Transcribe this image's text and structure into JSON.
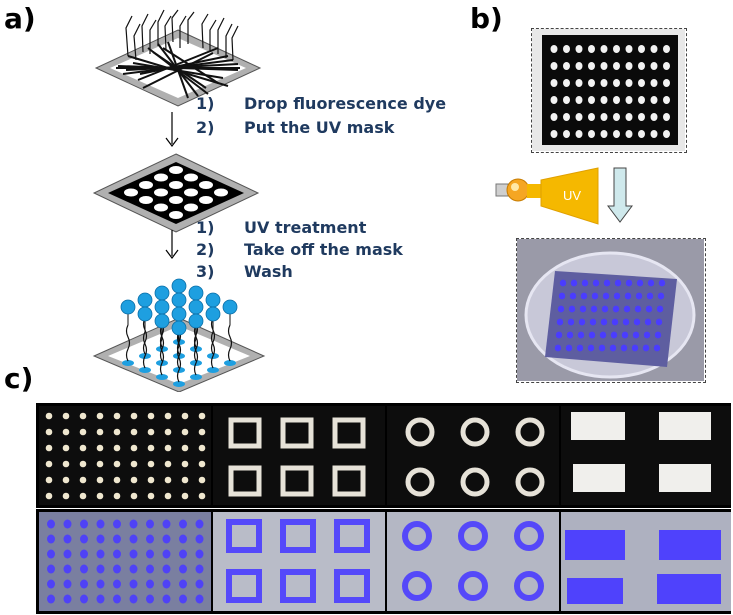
{
  "panels": {
    "a": "a)",
    "b": "b)",
    "c": "c)"
  },
  "steps_group1": [
    {
      "num": "1)",
      "text": "Drop fluorescence dye"
    },
    {
      "num": "2)",
      "text": "Put the UV mask"
    }
  ],
  "steps_group2": [
    {
      "num": "1)",
      "text": "UV treatment"
    },
    {
      "num": "2)",
      "text": "Take off the mask"
    },
    {
      "num": "3)",
      "text": "Wash"
    }
  ],
  "uv_label": "UV",
  "colors": {
    "step_text": "#1f3a5f",
    "uv_projector": "#f5b800",
    "bulb": "#f5a623",
    "arrow_fill": "#cfe9ec",
    "fluorescence": "#4a3cff",
    "dye_blue": "#1e9fe0"
  },
  "mask_patterns": [
    "dot-array",
    "square-frames",
    "ring-circles",
    "filled-rectangles"
  ]
}
